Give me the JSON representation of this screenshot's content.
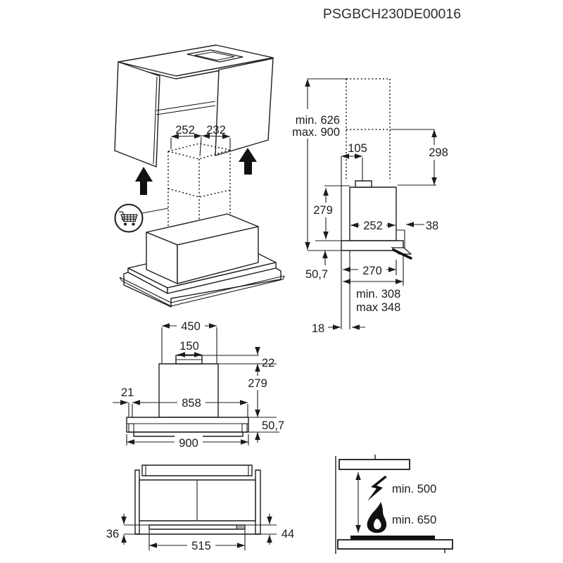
{
  "title": "PSGBCH230DE00016",
  "colors": {
    "line": "#1c1c1c",
    "background": "#ffffff",
    "gray_fill": "#a8a8a8"
  },
  "views": {
    "cabinet_assembly": {
      "duct_width_left": "252",
      "duct_width_right": "232"
    },
    "side_view": {
      "height_min": "min. 626",
      "height_max": "max. 900",
      "duct_offset": "105",
      "duct_height": "298",
      "body_height": "279",
      "body_depth": "252",
      "flange_overhang": "38",
      "flange_height": "50,7",
      "flange_depth": "270",
      "recess_depth_min": "min. 308",
      "recess_depth_max": "max 348",
      "wall_gap": "18"
    },
    "front_view": {
      "top_width": "450",
      "collar_width": "150",
      "collar_height": "22",
      "body_height": "279",
      "side_inset": "21",
      "body_width": "858",
      "flange_height": "50,7",
      "total_width": "900"
    },
    "bottom_view": {
      "left_inset": "36",
      "strip_width": "515",
      "right_inset": "44"
    },
    "clearance_view": {
      "electric_hob_clearance": "min. 500",
      "gas_hob_clearance": "min. 650"
    }
  }
}
